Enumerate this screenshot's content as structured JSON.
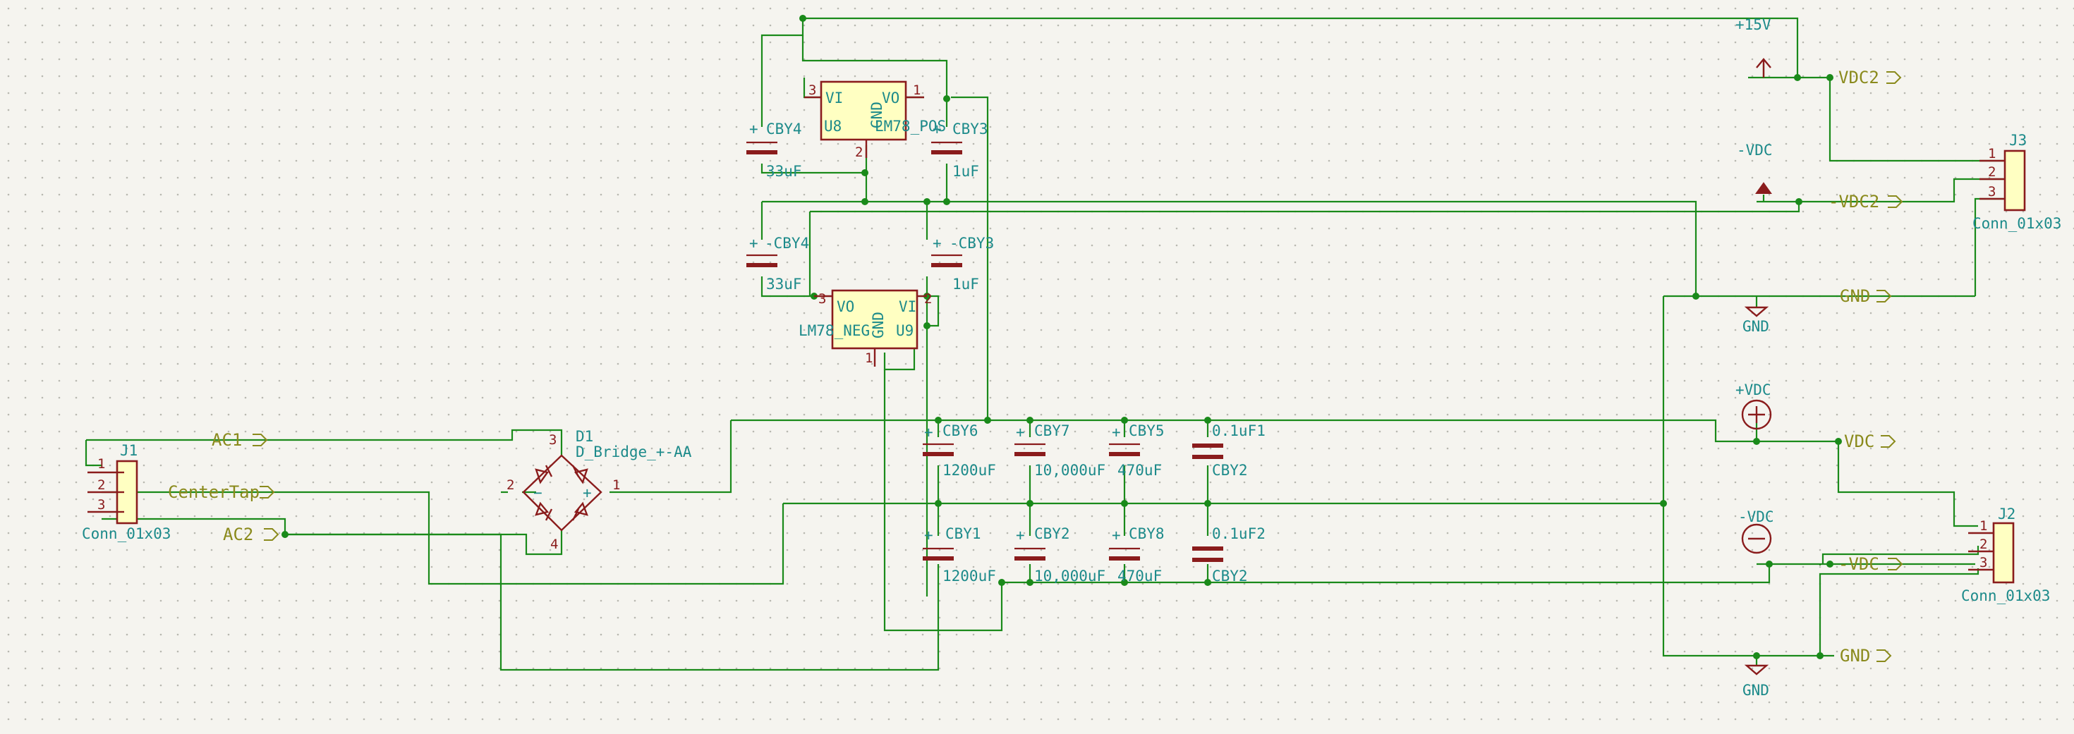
{
  "colors": {
    "wire": "#1a8a1a",
    "component": "#8a1c1c",
    "component_fill": "#ffffc2",
    "text": "#1c8a8a",
    "net_label": "#8a8a1c",
    "background": "#f5f4ef"
  },
  "connectors": {
    "j1": {
      "ref": "J1",
      "value": "Conn_01x03",
      "pins": [
        "1",
        "2",
        "3"
      ]
    },
    "j2": {
      "ref": "J2",
      "value": "Conn_01x03",
      "pins": [
        "1",
        "2",
        "3"
      ]
    },
    "j3": {
      "ref": "J3",
      "value": "Conn_01x03",
      "pins": [
        "1",
        "2",
        "3"
      ]
    }
  },
  "regulators": {
    "u8": {
      "ref": "U8",
      "value": "LM78_POS",
      "pin_vi": "VI",
      "pin_vo": "VO",
      "pin_gnd": "GND",
      "pins": [
        "3",
        "1",
        "2"
      ]
    },
    "u9": {
      "ref": "U9",
      "value": "LM78_NEG",
      "pin_vi": "VI",
      "pin_vo": "VO",
      "pin_gnd": "GND",
      "pins": [
        "3",
        "2",
        "1"
      ]
    }
  },
  "bridge": {
    "ref": "D1",
    "value": "D_Bridge_+-AA",
    "pins": [
      "3",
      "2",
      "1",
      "4"
    ],
    "plus": "+",
    "minus": "−"
  },
  "capacitors": {
    "cby4": {
      "ref": "CBY4",
      "value": "33uF"
    },
    "cby3": {
      "ref": "CBY3",
      "value": "1uF"
    },
    "ncby4": {
      "ref": "-CBY4",
      "value": "33uF"
    },
    "ncby3": {
      "ref": "-CBY3",
      "value": "1uF"
    },
    "cby6": {
      "ref": "CBY6",
      "value": "1200uF"
    },
    "cby7": {
      "ref": "CBY7",
      "value": "10,000uF"
    },
    "cby5": {
      "ref": "CBY5",
      "value": "470uF"
    },
    "c01uf1": {
      "ref": "0.1uF1",
      "value": "CBY2"
    },
    "cby1": {
      "ref": "CBY1",
      "value": "1200uF"
    },
    "cby2": {
      "ref": "CBY2",
      "value": "10,000uF"
    },
    "cby8": {
      "ref": "CBY8",
      "value": "470uF"
    },
    "c01uf2": {
      "ref": "0.1uF2",
      "value": "CBY2"
    }
  },
  "power": {
    "p15v": "+15V",
    "nvdc_top": "-VDC",
    "gnd_top": "GND",
    "pvdc": "+VDC",
    "nvdc_bot": "-VDC",
    "gnd_bot": "GND"
  },
  "net_labels": {
    "ac1": "AC1",
    "centertap": "CenterTap",
    "ac2": "AC2",
    "vdc2_top": "VDC2",
    "vdc2_mid": "-VDC2",
    "gnd_top": "GND",
    "vdc_top": "VDC",
    "vdc_bot": "-VDC",
    "gnd_bot": "GND"
  },
  "cap_plus": "+"
}
